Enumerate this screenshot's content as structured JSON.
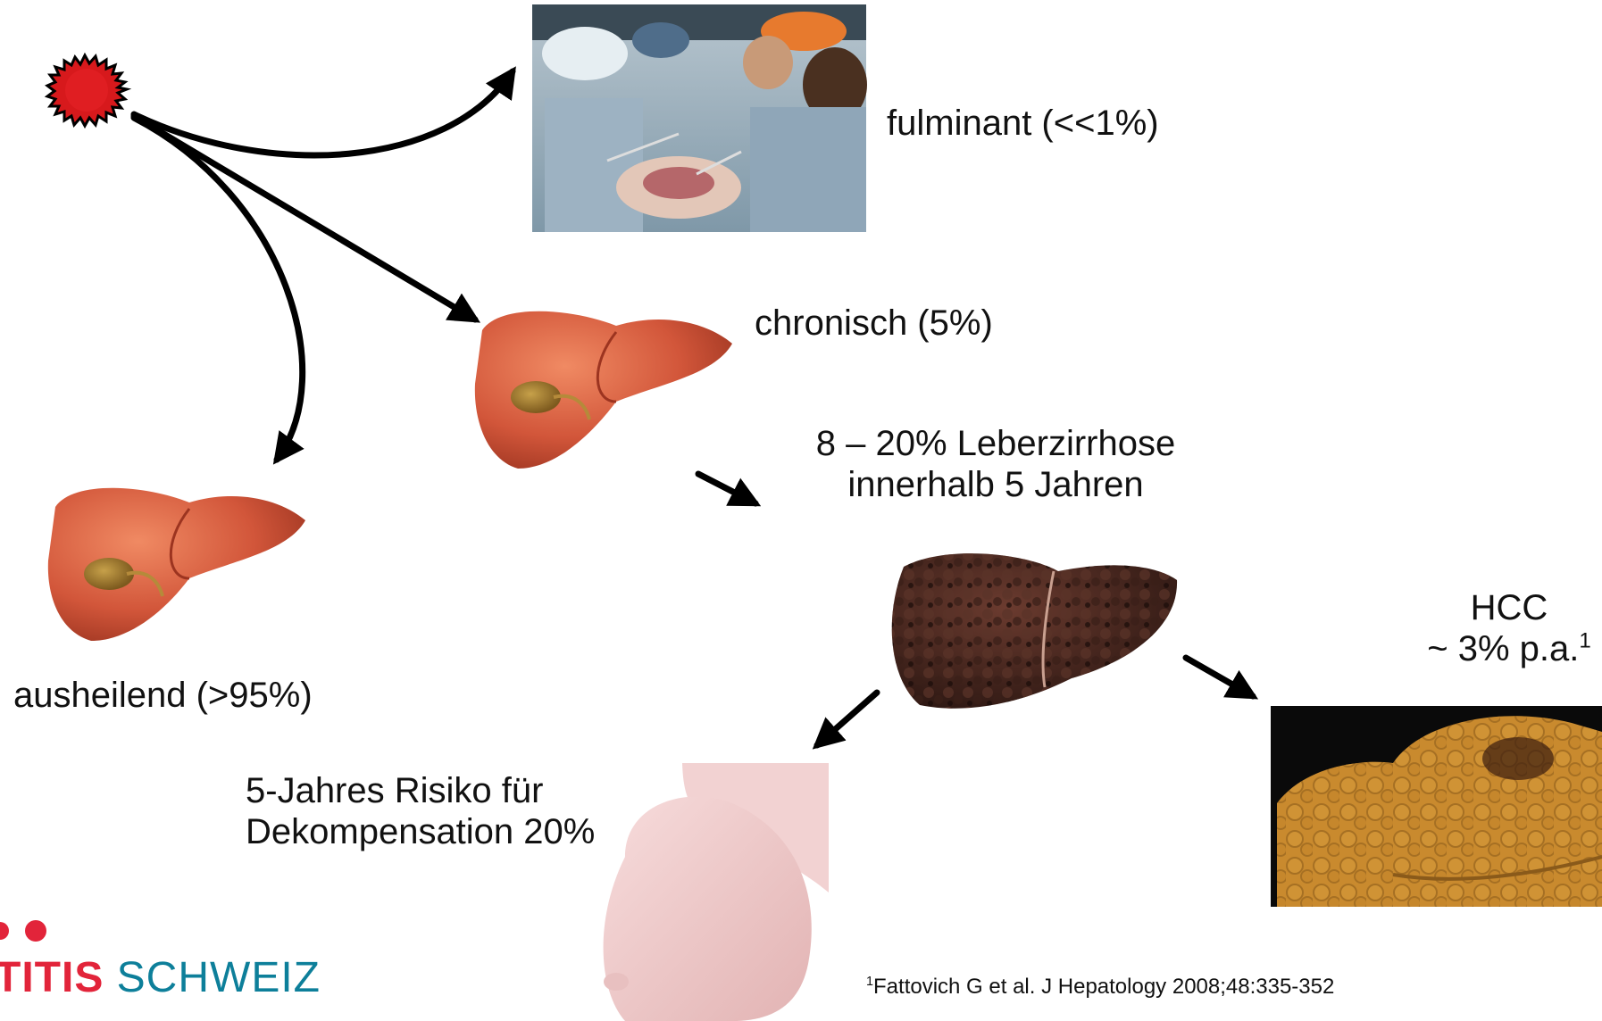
{
  "labels": {
    "fulminant": "fulminant (<<1%)",
    "chronic": "chronisch (5%)",
    "cirrhosis_line1": "8 – 20% Leberzirrhose",
    "cirrhosis_line2": "innerhalb 5 Jahren",
    "hcc_line1": "HCC",
    "hcc_line2": "~ 3% p.a.",
    "hcc_ref": "1",
    "healing": "ausheilend (>95%)",
    "decomp_line1": "5-Jahres Risiko für",
    "decomp_line2": "Dekompensation 20%"
  },
  "footnote": {
    "marker": "1",
    "text": "Fattovich G et al. J Hepatology 2008;48:335-352"
  },
  "logo": {
    "text_red": "TITIS",
    "text_blue": " SCHWEIZ"
  },
  "colors": {
    "virus": "#d7191c",
    "liver": "#d2563a",
    "cirrhotic_liver": "#4a2a22",
    "hcc_tissue": "#c98a2e",
    "logo_red": "#e2243a",
    "logo_blue": "#0d7f9a"
  }
}
